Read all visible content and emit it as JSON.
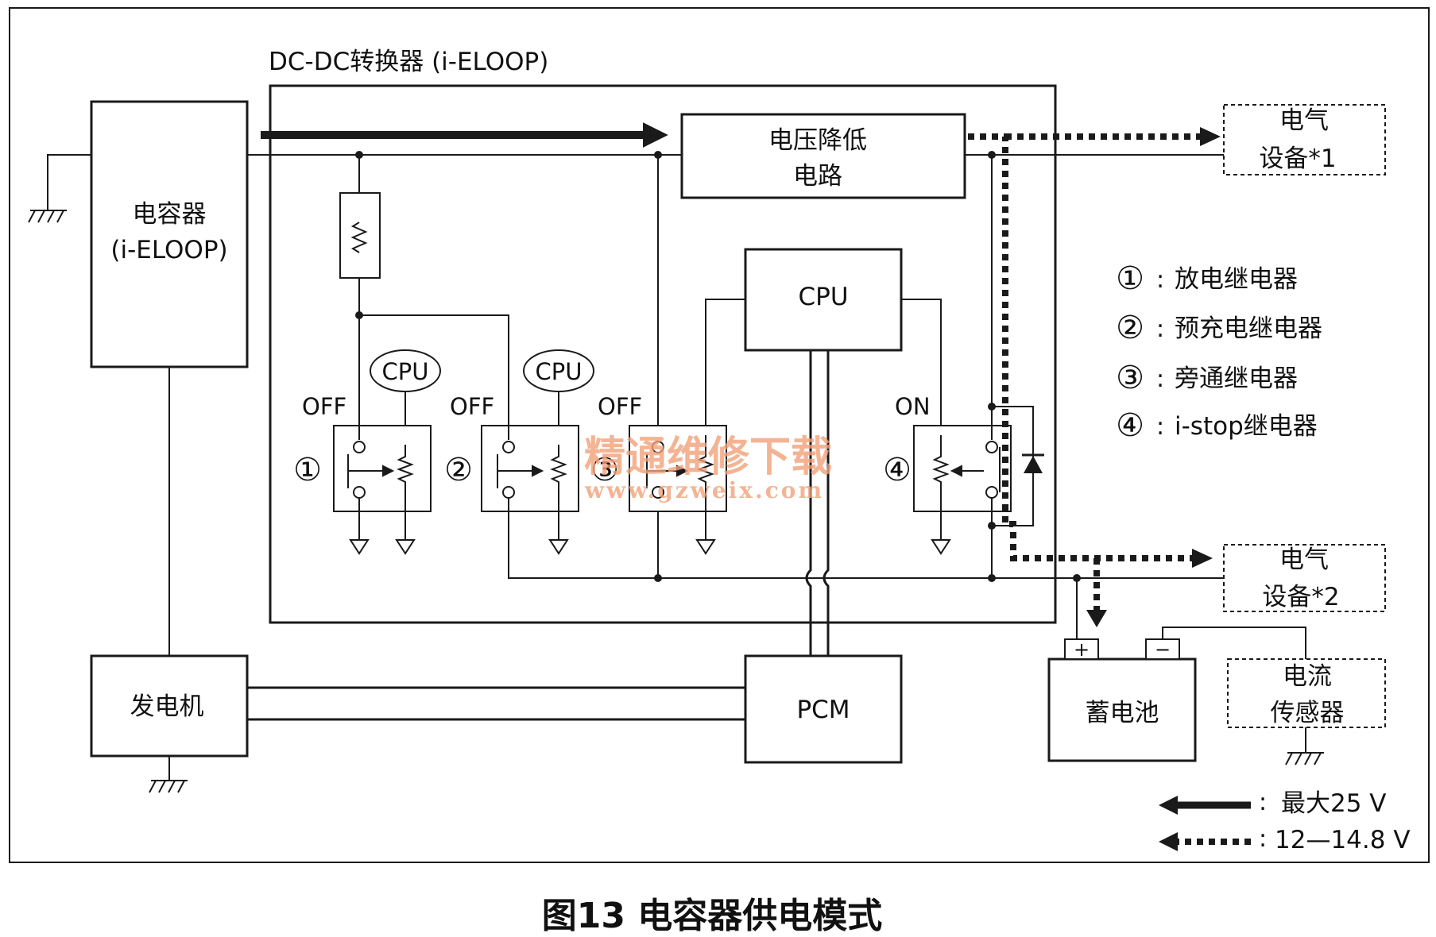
{
  "converter": {
    "title": "DC-DC转换器 (i-ELOOP)"
  },
  "capacitor": {
    "line1": "电容器",
    "line2": "(i-ELOOP)"
  },
  "voltage_reducer": {
    "line1": "电压降低",
    "line2": "电路"
  },
  "cpu_block": {
    "label": "CPU"
  },
  "cpu_tags": [
    "CPU",
    "CPU"
  ],
  "relays": [
    {
      "num": "①",
      "state": "OFF"
    },
    {
      "num": "②",
      "state": "OFF"
    },
    {
      "num": "③",
      "state": "OFF"
    },
    {
      "num": "④",
      "state": "ON"
    }
  ],
  "loads": {
    "equip1": {
      "line1": "电气",
      "line2": "设备*1"
    },
    "equip2": {
      "line1": "电气",
      "line2": "设备*2"
    }
  },
  "generator": {
    "label": "发电机"
  },
  "pcm": {
    "label": "PCM"
  },
  "battery": {
    "label": "蓄电池",
    "plus": "+",
    "minus": "−"
  },
  "current_sensor": {
    "line1": "电流",
    "line2": "传感器"
  },
  "relay_legend": [
    {
      "num": "①",
      "sep": ":",
      "text": "放电继电器"
    },
    {
      "num": "②",
      "sep": ":",
      "text": "预充电继电器"
    },
    {
      "num": "③",
      "sep": ":",
      "text": "旁通继电器"
    },
    {
      "num": "④",
      "sep": ":",
      "text": "i-stop继电器"
    }
  ],
  "arrow_legend": [
    {
      "style": "solid",
      "sep": ":",
      "text": "最大25 V"
    },
    {
      "style": "dotted",
      "sep": ":",
      "text": "12—14.8 V"
    }
  ],
  "watermark": {
    "line1": "精通维修下载",
    "line2": "www.gzweix.com"
  },
  "caption": "图13 电容器供电模式",
  "colors": {
    "line": "#1a1a1a",
    "watermark": "#f2a27a",
    "background": "#ffffff"
  }
}
